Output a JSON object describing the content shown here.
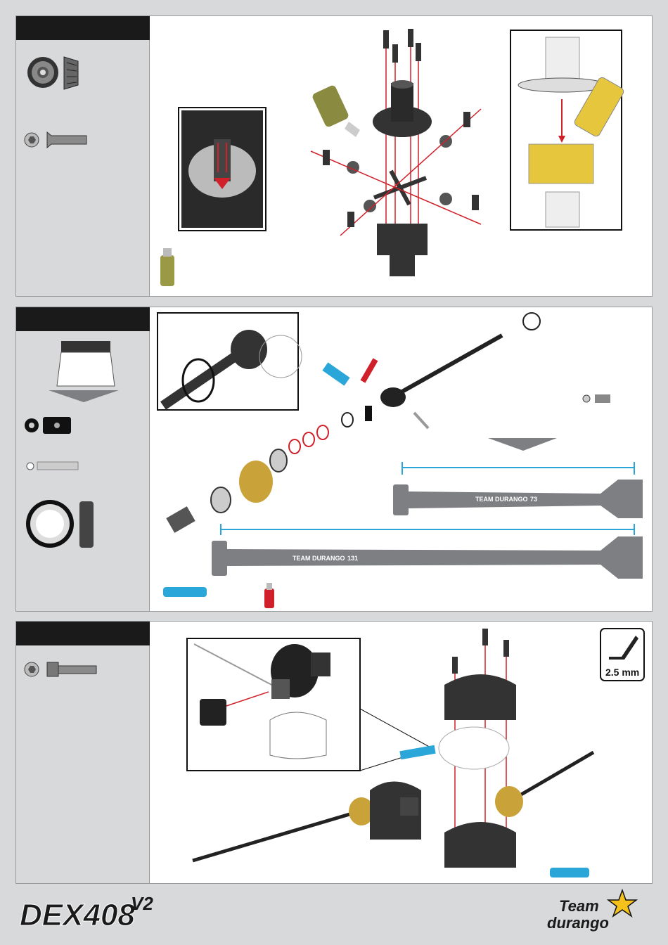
{
  "step1": {
    "parts": [
      "diff-gear-set",
      "countersunk-screw"
    ]
  },
  "step2": {
    "parts": [
      "box-of-parts",
      "e-clip-set",
      "pin",
      "bearing"
    ],
    "shaft_short_brand": "TEAM DURANGO",
    "shaft_short_num": "73",
    "shaft_long_brand": "TEAM DURANGO",
    "shaft_long_num": "131"
  },
  "step3": {
    "parts": [
      "cap-screw"
    ],
    "tool_size": "2.5 mm"
  },
  "footer": {
    "model_logo": "DEX408",
    "model_version": "V2",
    "brand_logo_line1": "Team",
    "brand_logo_line2": "durango"
  },
  "colors": {
    "dark": "#1a1a1a",
    "panel": "#d8d9db",
    "red": "#d0202a",
    "cyan": "#2aa6d8",
    "grey": "#7d7f82"
  }
}
